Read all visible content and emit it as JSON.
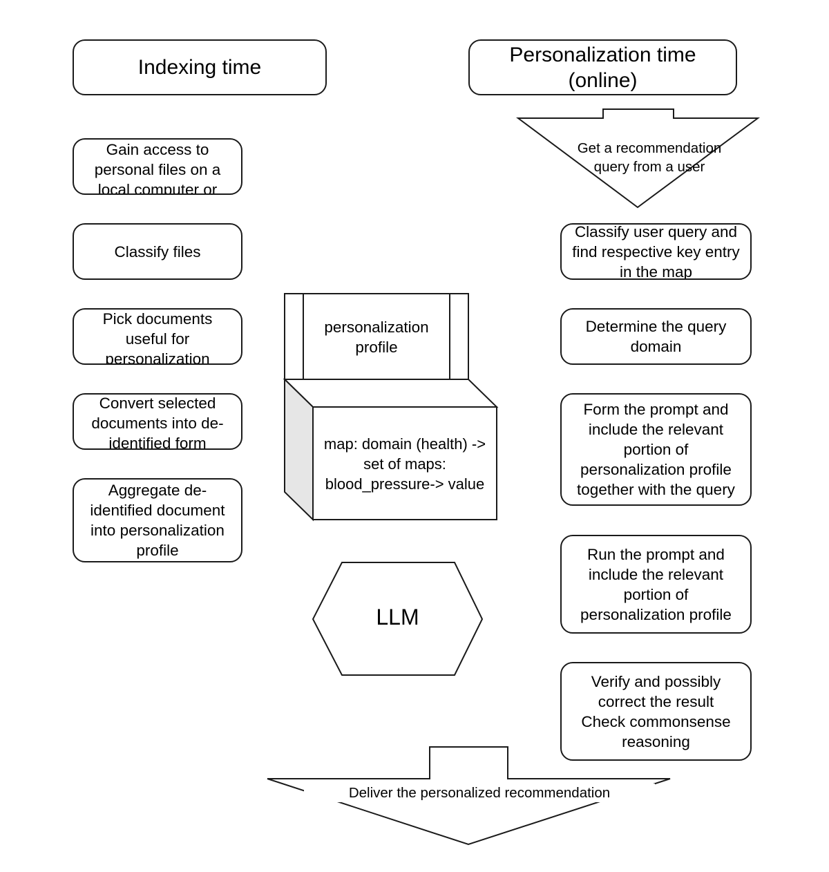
{
  "headers": {
    "indexing": "Indexing time",
    "personalization": "Personalization time\n(online)"
  },
  "indexing_steps": [
    "Gain access to\npersonal files on a\nlocal computer or",
    "Classify files",
    "Pick documents\nuseful for\npersonalization",
    "Convert selected\ndocuments into de-\nidentified form",
    "Aggregate de-\nidentified document\ninto personalization\nprofile"
  ],
  "online_query": "Get a recommendation\nquery from a user",
  "online_steps": [
    "Classify user query and\nfind respective key entry\nin the map",
    "Determine the query\ndomain",
    "Form the prompt and\ninclude the relevant\nportion of\npersonalization profile\ntogether with the query",
    "Run the prompt and\ninclude the relevant\nportion of\npersonalization profile",
    "Verify and possibly\ncorrect the result\nCheck commonsense\nreasoning"
  ],
  "profile": {
    "title": "personalization\nprofile",
    "map": "map: domain (health) ->\nset of maps:\nblood_pressure-> value"
  },
  "llm_label": "LLM",
  "deliver_label": "Deliver the personalized recommendation",
  "colors": {
    "stroke": "#1a1a1a",
    "cube_side": "#e6e6e6",
    "background": "#ffffff"
  }
}
